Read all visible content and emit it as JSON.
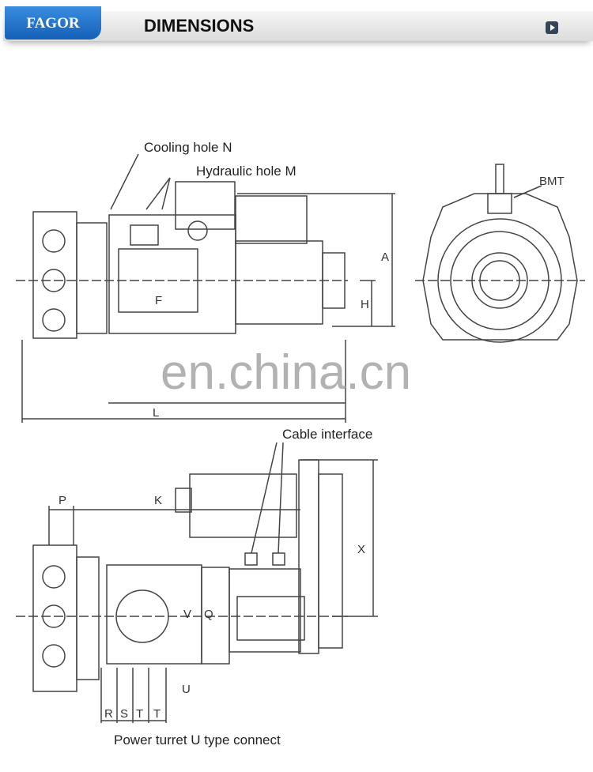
{
  "header": {
    "brand": "FAGOR",
    "title": "DIMENSIONS",
    "next_icon": "play-icon"
  },
  "drawing": {
    "top_labels": {
      "cooling": "Cooling hole N",
      "hydraulic": "Hydraulic hole M",
      "bmt": "BMT"
    },
    "top_dims": {
      "a": "A",
      "h": "H",
      "f": "F",
      "l": "L"
    },
    "bottom_labels": {
      "cable": "Cable interface",
      "power": "Power turret U type connect"
    },
    "bottom_dims": {
      "p": "P",
      "k": "K",
      "x": "X",
      "v": "V",
      "q": "Q",
      "u": "U",
      "r": "R",
      "s": "S",
      "t1": "T",
      "t2": "T"
    }
  },
  "watermark": "en.china.cn"
}
